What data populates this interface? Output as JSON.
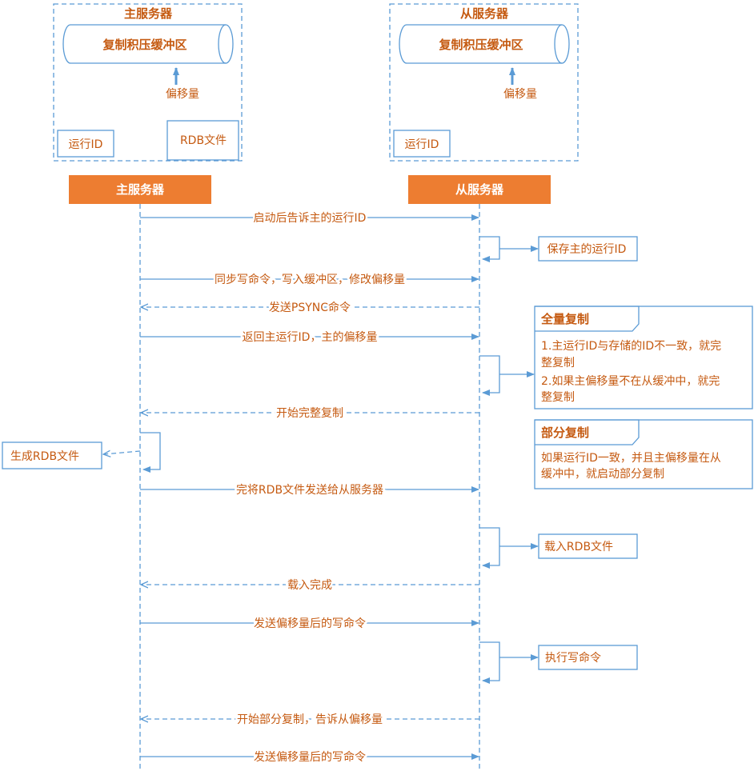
{
  "colors": {
    "accent": "#5b9bd5",
    "text": "#c55a11",
    "header_fill": "#ed7d31",
    "header_text": "#ffffff"
  },
  "master_panel": {
    "title": "主服务器",
    "buffer": "复制积压缓冲区",
    "offset": "偏移量",
    "run_id": "运行ID",
    "rdb": "RDB文件"
  },
  "slave_panel": {
    "title": "从服务器",
    "buffer": "复制积压缓冲区",
    "offset": "偏移量",
    "run_id": "运行ID"
  },
  "lifelines": {
    "master": "主服务器",
    "slave": "从服务器"
  },
  "messages": [
    "启动后告诉主的运行ID",
    "同步写命令，写入缓冲区，修改偏移量",
    "发送PSYNC命令",
    "返回主运行ID，主的偏移量",
    "开始完整复制",
    "完将RDB文件发送给从服务器",
    "载入完成",
    "发送偏移量后的写命令",
    "开始部分复制，告诉从偏移量",
    "发送偏移量后的写命令"
  ],
  "notes": {
    "save_run_id": "保存主的运行ID",
    "gen_rdb": "生成RDB文件",
    "load_rdb": "载入RDB文件",
    "exec_cmd": "执行写命令",
    "full_title": "全量复制",
    "full_line1": "1.主运行ID与存储的ID不一致，就完",
    "full_line2": "整复制",
    "full_line3": "2.如果主偏移量不在从缓冲中，就完",
    "full_line4": "整复制",
    "partial_title": "部分复制",
    "partial_line1": " 如果运行ID一致，并且主偏移量在从",
    "partial_line2": "缓冲中，就启动部分复制"
  }
}
